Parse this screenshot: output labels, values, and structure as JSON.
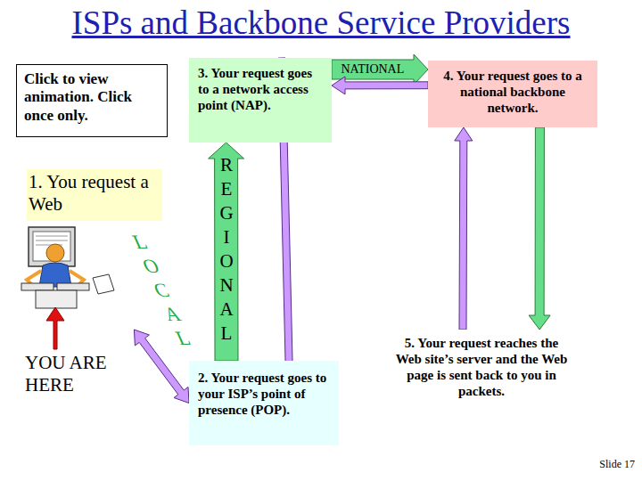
{
  "diagram": {
    "title": "ISPs and Backbone Service Providers",
    "nodes": [
      {
        "text": [
          "Click to view animation. Click once only."
        ]
      },
      {
        "text": [
          "3. Your request goes to a network access point (NAP)."
        ]
      },
      {
        "text": [
          "4. Your request goes to a national backbone network."
        ]
      },
      {
        "text": [
          "1. You request a Web"
        ]
      },
      {
        "text": [
          "2. Your request goes to your ISP’s point of presence (POP)."
        ]
      },
      {
        "text": [
          "5. Your request reaches the Web site’s server and the Web page is sent back to you in packets."
        ]
      }
    ],
    "edges": [
      {
        "from": 3,
        "to": 4,
        "label": "LOCAL",
        "arrow": "both"
      },
      {
        "from": 4,
        "to": 1,
        "label": "REGIONAL",
        "arrow": "to"
      },
      {
        "from": 1,
        "to": 4,
        "arrow": "to"
      },
      {
        "from": 1,
        "to": 2,
        "label": "NATIONAL",
        "arrow": "to"
      },
      {
        "from": 2,
        "to": 1,
        "arrow": "to"
      },
      {
        "from": 2,
        "to": 5,
        "arrow": "to"
      },
      {
        "from": 5,
        "to": 2,
        "arrow": "to"
      }
    ],
    "labels": [
      "YOU ARE HERE",
      "Slide 17"
    ]
  }
}
